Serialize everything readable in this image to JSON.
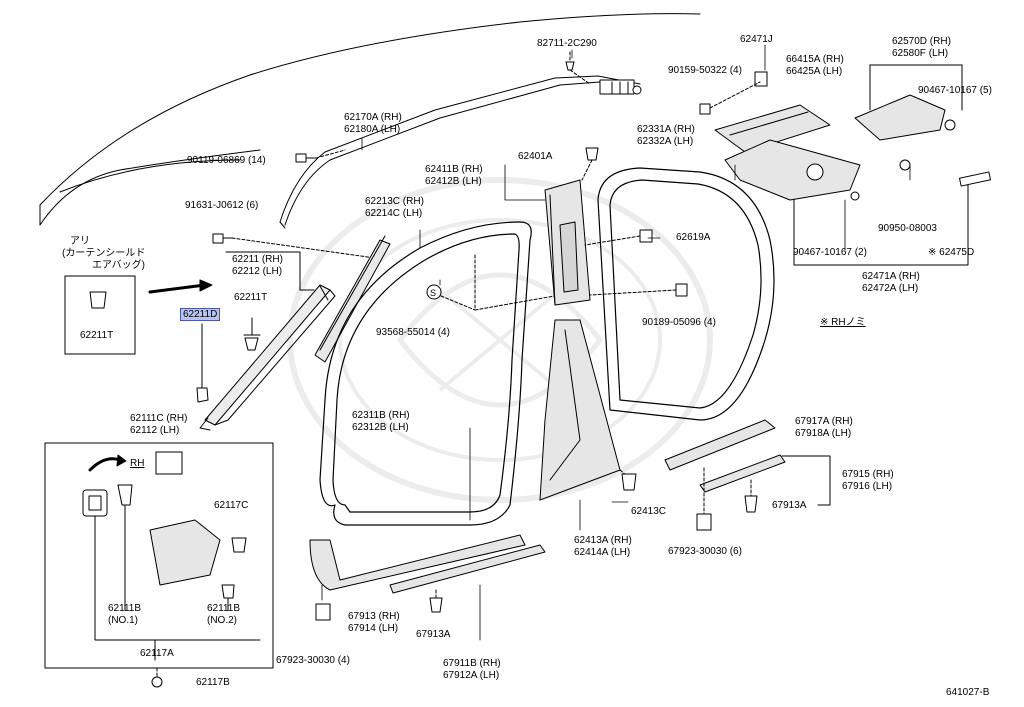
{
  "diagram_id": "641027-B",
  "note_rh_only": "※ RHノミ",
  "airbag_note": [
    "アリ",
    "(カーテンシールド",
    "エアバッグ)"
  ],
  "detail_box_tag": "RH",
  "labels": {
    "p82711": "82711-2C290",
    "p62471J": "62471J",
    "p90159": "90159-50322 (4)",
    "p66415A": "66415A (RH)",
    "p66425A": "66425A (LH)",
    "p62570D": "62570D (RH)",
    "p62580F": "62580F (LH)",
    "p90467a": "90467-10167 (5)",
    "p62170A": "62170A (RH)",
    "p62180A": "62180A (LH)",
    "p62331A": "62331A (RH)",
    "p62332A": "62332A (LH)",
    "p62401A": "62401A",
    "p90119": "90119-06869 (14)",
    "p62411B": "62411B (RH)",
    "p62412B": "62412B (LH)",
    "p91631": "91631-J0612 (6)",
    "p62213C": "62213C (RH)",
    "p62214C": "62214C (LH)",
    "p62619A": "62619A",
    "p90950": "90950-08003",
    "p90467b": "90467-10167 (2)",
    "p62475D": "※ 62475D",
    "p62471A": "62471A (RH)",
    "p62472A": "62472A (LH)",
    "p62211": "62211 (RH)",
    "p62212": "62212 (LH)",
    "p62211T_a": "62211T",
    "p62211T_b": "62211T",
    "p62211D": "62211D",
    "p93568": "93568-55014 (4)",
    "p90189": "90189-05096 (4)",
    "p62311B": "62311B (RH)",
    "p62312B": "62312B (LH)",
    "p62111C": "62111C (RH)",
    "p62112": "62112   (LH)",
    "p67917A": "67917A (RH)",
    "p67918A": "67918A (LH)",
    "p62117C": "62117C",
    "p67915": "67915 (RH)",
    "p67916": "67916 (LH)",
    "p62413C": "62413C",
    "p67913A_a": "67913A",
    "p62413A": "62413A (RH)",
    "p62414A": "62414A (LH)",
    "p67923a": "67923-30030 (6)",
    "p62111B_1": "62111B",
    "p62111B_1n": "(NO.1)",
    "p62111B_2": "62111B",
    "p62111B_2n": "(NO.2)",
    "p67913": "67913 (RH)",
    "p67914": "67914 (LH)",
    "p67913A_b": "67913A",
    "p62117A": "62117A",
    "p67923b": "67923-30030 (4)",
    "p67911B": "67911B (RH)",
    "p67912A": "67912A (LH)",
    "p62117B": "62117B"
  },
  "colors": {
    "highlight_bg": "#b8c4f0",
    "highlight_border": "#4a58b0",
    "part_fill": "#dcdcdc",
    "line": "#000000"
  }
}
